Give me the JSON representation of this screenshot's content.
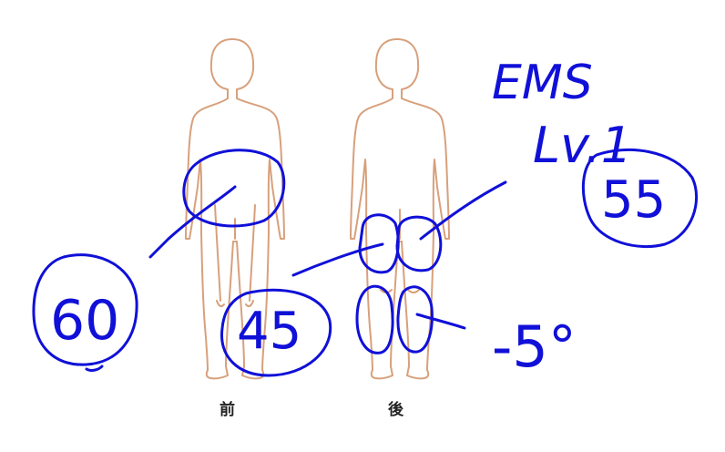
{
  "labels": {
    "front": "前",
    "back": "後"
  },
  "annotations": {
    "ems_line1": "EMS",
    "ems_line2": "Lv.1",
    "value_front_abdomen": "60",
    "value_back_thigh": "45",
    "value_back_thigh_right": "55",
    "value_calf": "-5°"
  },
  "colors": {
    "body_outline": "#d8a07c",
    "annotation_ink": "#1010d8",
    "label_text": "#222222"
  }
}
